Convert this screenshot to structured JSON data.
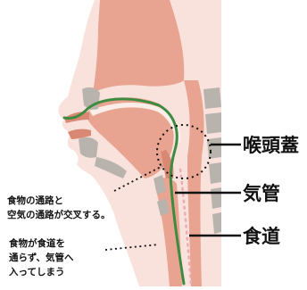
{
  "labels": {
    "epiglottis": "喉頭蓋",
    "trachea": "気管",
    "esophagus": "食道"
  },
  "annotations": {
    "crossing": [
      "食物の通路と",
      "空気の通路が交叉する。"
    ],
    "aspiration": [
      "食物が食道を",
      "通らず、気管へ",
      "入ってしまう"
    ]
  },
  "colors": {
    "skin": "#f9e2dc",
    "tissue": "#e9a391",
    "tissue_dark": "#d98873",
    "passage": "#fbeee9",
    "bone": "#b9b3ae",
    "food_path": "#3d8a40",
    "swallow_path": "#e8acb6",
    "ink": "#111111"
  }
}
